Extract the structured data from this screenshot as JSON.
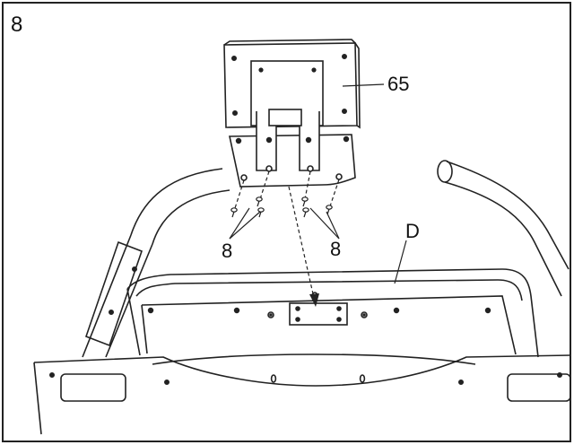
{
  "figure": {
    "step_number": "8",
    "callouts": {
      "console_part": "65",
      "bolts_left": "8",
      "bolts_right": "8",
      "console_base": "D"
    }
  }
}
